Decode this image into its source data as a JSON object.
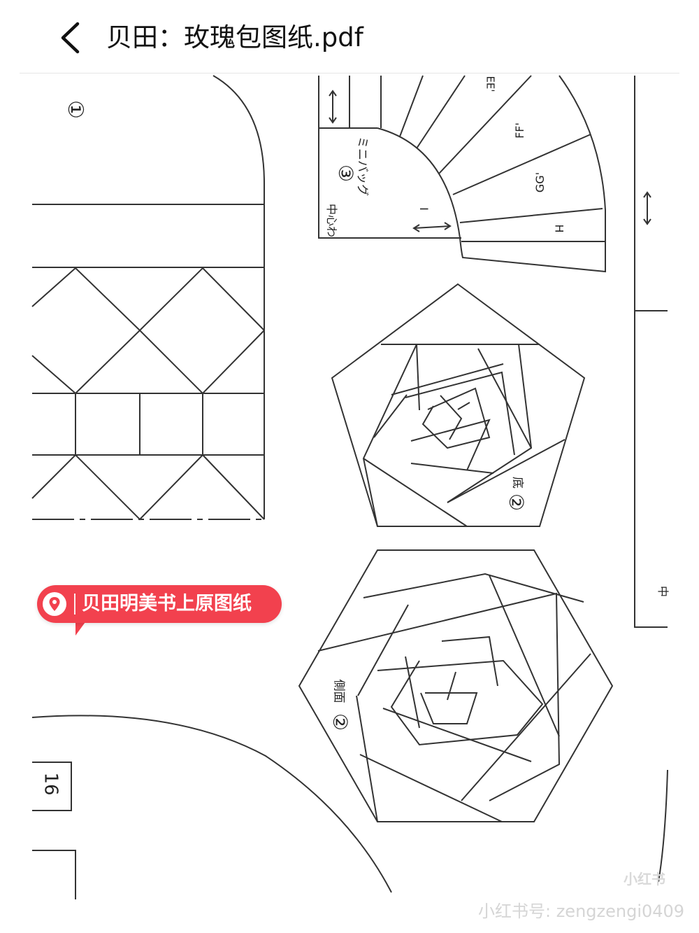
{
  "header": {
    "back_icon": "chevron-left-icon",
    "title": "贝田：玫瑰包图纸.pdf"
  },
  "document": {
    "piece_labels": {
      "p1_num": "①",
      "p3_num": "③",
      "p3_name": "ミニバッグ",
      "center_label": "中心わ",
      "i_label": "I",
      "h_label": "H",
      "gg_label": "GG'",
      "ff_label": "FF'",
      "ee_label": "EE'",
      "base_num": "②",
      "base_name": "底",
      "side_num": "②",
      "side_name": "側面",
      "page_num": "16",
      "right_center_mark": "中"
    }
  },
  "location_tag": {
    "icon": "location-pin-icon",
    "text": "贝田明美书上原图纸"
  },
  "watermark": {
    "logo_text": "小红书",
    "account_text": "小红书号: zengzengi0409"
  }
}
